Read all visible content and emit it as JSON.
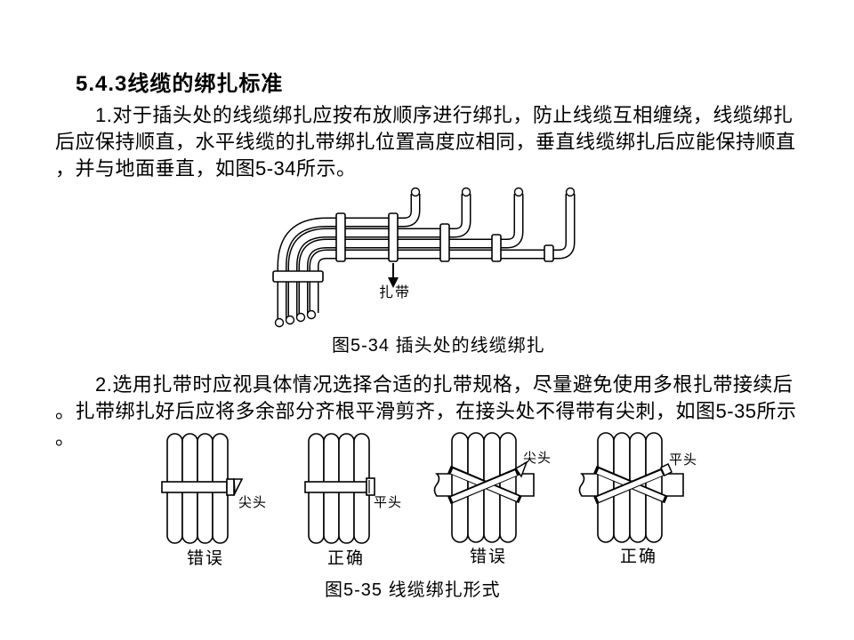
{
  "colors": {
    "ink": "#000000",
    "background": "#ffffff"
  },
  "heading": "5.4.3线缆的绑扎标准",
  "paragraph1": {
    "lines": [
      "　　1.对于插头处的线缆绑扎应按布放顺序进行绑扎，防止线缆互相缠绕，线缆绑扎",
      "后应保持顺直，水平线缆的扎带绑扎位置高度应相同，垂直线缆绑扎后应能保持顺直",
      "，并与地面垂直，如图5-34所示。"
    ]
  },
  "figure1": {
    "tie_label": "扎带",
    "caption": "图5-34 插头处的线缆绑扎"
  },
  "paragraph2": {
    "lines": [
      "　　2.选用扎带时应视具体情况选择合适的扎带规格，尽量避免使用多根扎带接续后",
      "。扎带绑扎好后应将多余部分齐根平滑剪齐，在接头处不得带有尖刺，如图5-35所示",
      "。"
    ]
  },
  "figure2": {
    "diagrams": [
      {
        "head_label": "尖头",
        "verdict": "错误"
      },
      {
        "head_label": "平头",
        "verdict": "正确"
      },
      {
        "head_label": "尖头",
        "verdict": "错误"
      },
      {
        "head_label": "平头",
        "verdict": "正确"
      }
    ],
    "caption": "图5-35 线缆绑扎形式"
  }
}
